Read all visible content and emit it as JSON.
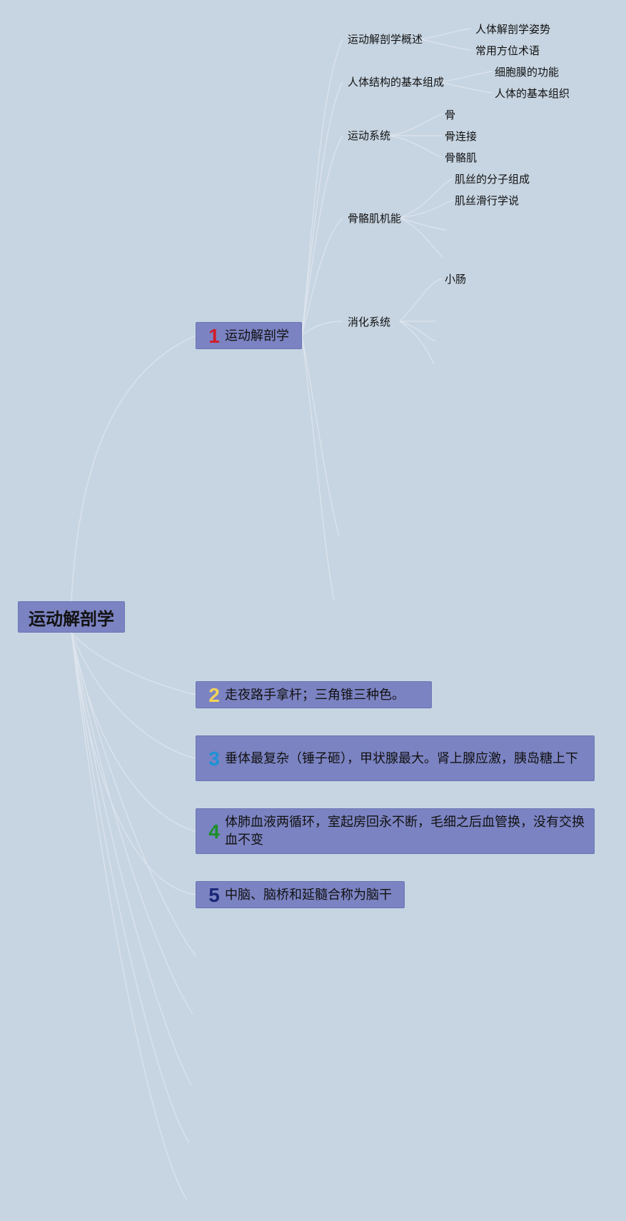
{
  "root": {
    "title": "运动解剖学"
  },
  "branches": [
    {
      "number": "1",
      "text": "运动解剖学"
    },
    {
      "number": "2",
      "text": "走夜路手拿杆；三角锥三种色。"
    },
    {
      "number": "3",
      "text": "垂体最复杂（锤子砸），甲状腺最大。肾上腺应激，胰岛糖上下"
    },
    {
      "number": "4",
      "text": "体肺血液两循环，室起房回永不断，毛细之后血管换，没有交换血不变"
    },
    {
      "number": "5",
      "text": "中脑、脑桥和延髓合称为脑干"
    }
  ],
  "topics": [
    {
      "label": "运动解剖学概述",
      "children": [
        "人体解剖学姿势",
        "常用方位术语"
      ]
    },
    {
      "label": "人体结构的基本组成",
      "children": [
        "细胞膜的功能",
        "人体的基本组织"
      ]
    },
    {
      "label": "运动系统",
      "children": [
        "骨",
        "骨连接",
        "骨骼肌"
      ]
    },
    {
      "label": "骨骼肌机能",
      "children": [
        "肌丝的分子组成",
        "肌丝滑行学说"
      ]
    },
    {
      "label": "消化系统",
      "children": [
        "小肠"
      ]
    }
  ],
  "colors": {
    "background": "#c7d5e2",
    "node_fill": "#7b83c2",
    "connector": "#dfe6ee"
  }
}
